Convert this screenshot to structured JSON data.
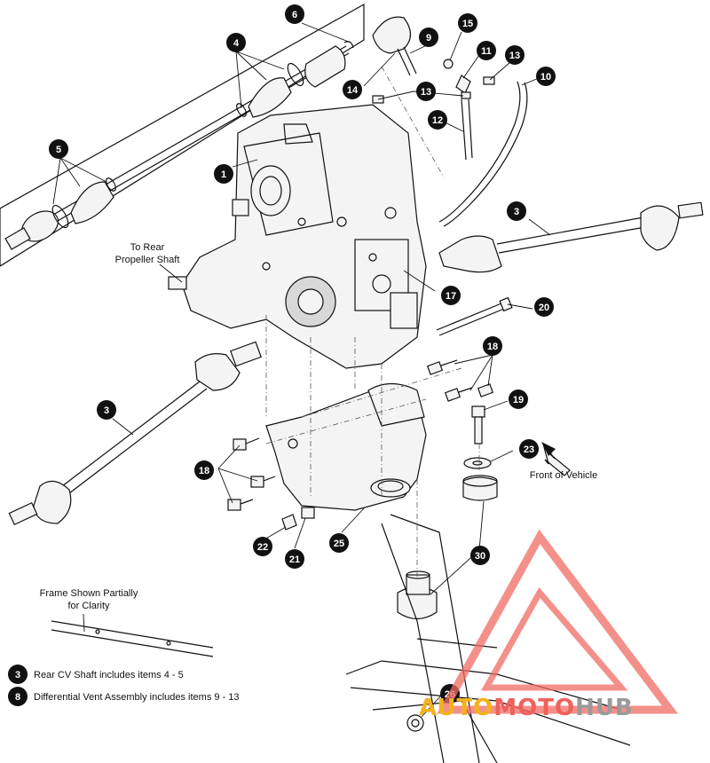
{
  "callouts": [
    {
      "n": "1"
    },
    {
      "n": "3"
    },
    {
      "n": "3"
    },
    {
      "n": "4"
    },
    {
      "n": "5"
    },
    {
      "n": "6"
    },
    {
      "n": "8"
    },
    {
      "n": "9"
    },
    {
      "n": "10"
    },
    {
      "n": "11"
    },
    {
      "n": "12"
    },
    {
      "n": "13"
    },
    {
      "n": "13"
    },
    {
      "n": "14"
    },
    {
      "n": "15"
    },
    {
      "n": "17"
    },
    {
      "n": "18"
    },
    {
      "n": "18"
    },
    {
      "n": "19"
    },
    {
      "n": "20"
    },
    {
      "n": "21"
    },
    {
      "n": "22"
    },
    {
      "n": "23"
    },
    {
      "n": "25"
    },
    {
      "n": "26"
    },
    {
      "n": "30"
    }
  ],
  "labels": {
    "propeller_line1": "To Rear",
    "propeller_line2": "Propeller Shaft",
    "front_of_vehicle": "Front of Vehicle",
    "frame_note_line1": "Frame Shown Partially",
    "frame_note_line2": "for Clarity"
  },
  "legend": [
    {
      "num": "3",
      "text": "Rear CV Shaft includes items 4 - 5"
    },
    {
      "num": "8",
      "text": "Differential Vent Assembly includes items 9 - 13"
    }
  ],
  "watermark": {
    "word_a": "AUTO",
    "word_b": "MOTO",
    "word_c": "HUB",
    "color_a": "#f5b21a",
    "color_b": "#f0605a",
    "color_c": "#9a9a9a",
    "logo_color": "#f06b63"
  }
}
